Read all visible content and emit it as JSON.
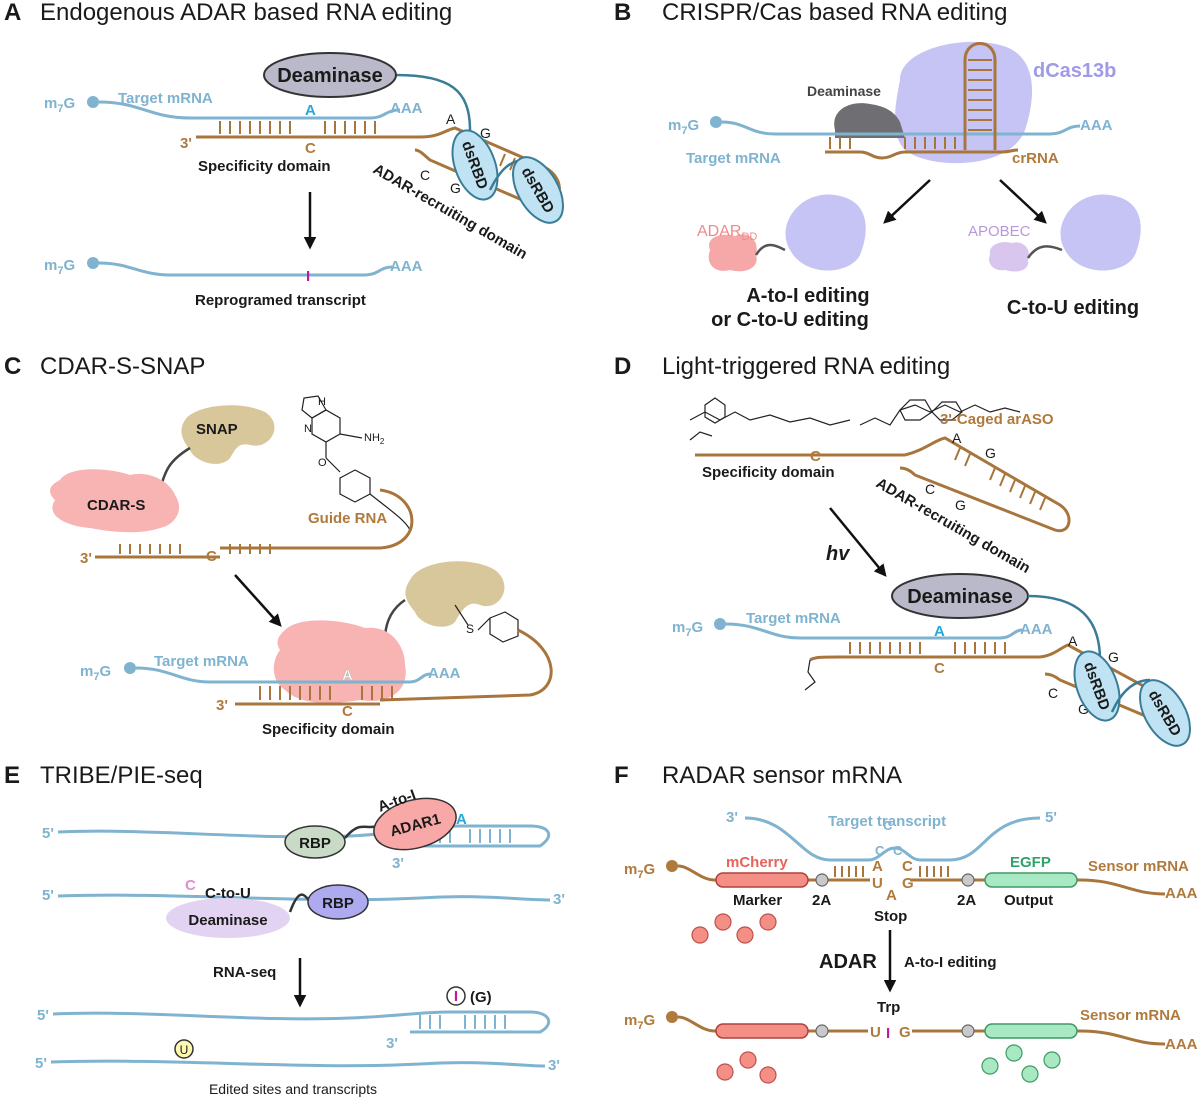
{
  "colors": {
    "mrna": "#7fb3cf",
    "guide": "#a8753c",
    "edit_site": "#c0199b",
    "adenosine": "#29a7d6",
    "cas13": "#bcb8f3",
    "adar_dd": "#f6a7a7",
    "apobec": "#d9c6ee",
    "snap": "#d8c79b",
    "cdar": "#f8b3b3",
    "mcherry": "#f48f86",
    "egfp": "#a8e8c3",
    "deaminase": "#b9b9c9",
    "dsrbd": "#bfe3f3"
  },
  "panelA": {
    "letter": "A",
    "title": "Endogenous ADAR based RNA editing",
    "m7g": "m",
    "m7g_sub": "7",
    "m7g_g": "G",
    "target_mrna": "Target mRNA",
    "aaa": "AAA",
    "three_prime": "3'",
    "a": "A",
    "c": "C",
    "i": "I",
    "deaminase": "Deaminase",
    "specificity": "Specificity domain",
    "recruit": "ADAR-recruiting domain",
    "dsrbd": "dsRBD",
    "loop_a": "A",
    "loop_g": "G",
    "loop_c": "C",
    "loop_g2": "G",
    "reprogramed": "Reprogramed transcript"
  },
  "panelB": {
    "letter": "B",
    "title": "CRISPR/Cas based RNA editing",
    "deaminase": "Deaminase",
    "dcas13b": "dCas13b",
    "m7g": "m",
    "m7g_sub": "7",
    "m7g_g": "G",
    "aaa": "AAA",
    "target_mrna": "Target mRNA",
    "crrna": "crRNA",
    "adar": "ADAR",
    "adar_sub": "DD",
    "apobec": "APOBEC",
    "edit1_line1": "A-to-I editing",
    "edit1_line2": "or C-to-U editing",
    "edit2": "C-to-U editing"
  },
  "panelC": {
    "letter": "C",
    "title": "CDAR-S-SNAP",
    "snap": "SNAP",
    "cdar": "CDAR-S",
    "guide_rna": "Guide RNA",
    "nh2": "NH",
    "nh2_sub": "2",
    "n": "N",
    "h": "H",
    "o": "O",
    "three_prime": "3'",
    "c": "C",
    "m7g": "m",
    "m7g_sub": "7",
    "m7g_g": "G",
    "target_mrna": "Target mRNA",
    "a": "A",
    "aaa": "AAA",
    "s": "S",
    "specificity": "Specificity domain"
  },
  "panelD": {
    "letter": "D",
    "title": "Light-triggered RNA editing",
    "specificity": "Specificity domain",
    "caged": "3'-Caged arASO",
    "recruit": "ADAR-recruiting domain",
    "c": "C",
    "hv": "hv",
    "deaminase": "Deaminase",
    "m7g": "m",
    "m7g_sub": "7",
    "m7g_g": "G",
    "target_mrna": "Target mRNA",
    "a": "A",
    "aaa": "AAA",
    "dsrbd": "dsRBD",
    "loop_a": "A",
    "loop_g": "G",
    "loop_c": "C",
    "loop_g2": "G"
  },
  "panelE": {
    "letter": "E",
    "title": "TRIBE/PIE-seq",
    "five_prime": "5'",
    "three_prime": "3'",
    "rbp": "RBP",
    "adar1": "ADAR1",
    "a_to_i": "A-to-I",
    "a": "A",
    "c": "C",
    "c_to_u": "C-to-U",
    "deaminase": "Deaminase",
    "rna_seq": "RNA-seq",
    "i": "I",
    "g_paren": "(G)",
    "u": "U",
    "edited": "Edited sites and transcripts"
  },
  "panelF": {
    "letter": "F",
    "title": "RADAR sensor mRNA",
    "three_prime": "3'",
    "five_prime": "5'",
    "target_transcript": "Target transcript",
    "m7g": "m",
    "m7g_sub": "7",
    "m7g_g": "G",
    "mcherry": "mCherry",
    "egfp": "EGFP",
    "sensor_mrna": "Sensor mRNA",
    "aaa": "AAA",
    "marker": "Marker",
    "two_a": "2A",
    "output": "Output",
    "stop": "Stop",
    "u": "U",
    "a": "A",
    "g": "G",
    "c": "C",
    "adar": "ADAR",
    "a_to_i_editing": "A-to-I editing",
    "trp": "Trp",
    "i": "I"
  }
}
